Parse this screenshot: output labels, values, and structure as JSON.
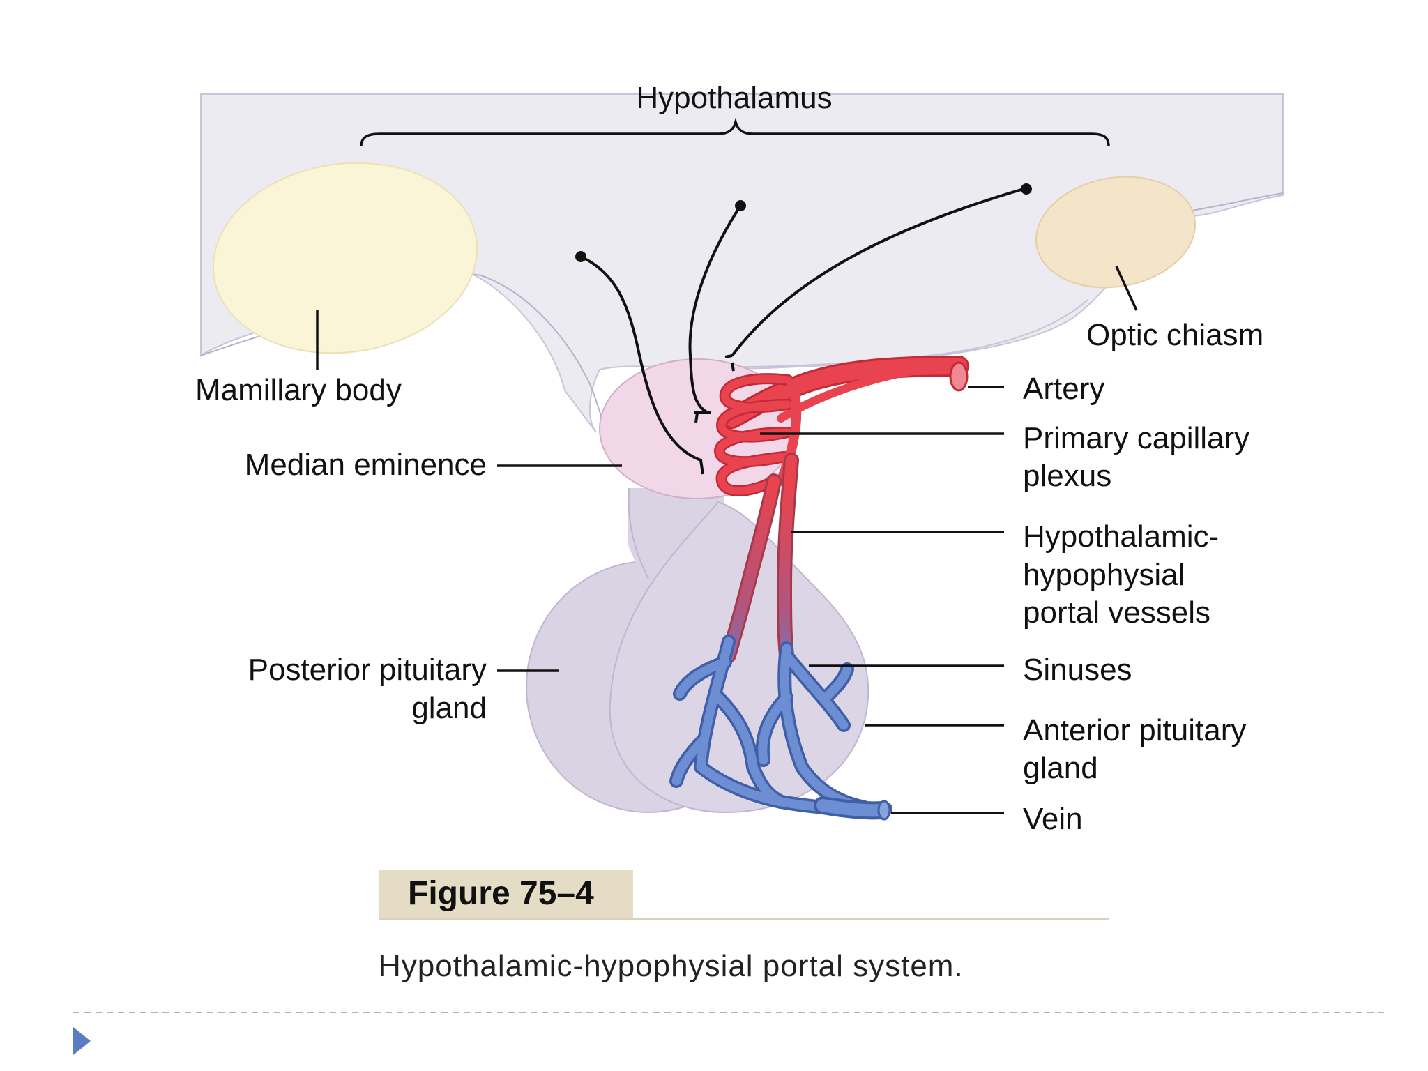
{
  "figure": {
    "title": "Hypothalamus",
    "labels": {
      "mamillary_body": "Mamillary body",
      "median_eminence": "Median eminence",
      "posterior_pituitary_1": "Posterior pituitary",
      "posterior_pituitary_2": "gland",
      "optic_chiasm": "Optic chiasm",
      "artery": "Artery",
      "primary_plexus_1": "Primary capillary",
      "primary_plexus_2": "plexus",
      "portal_vessels_1": "Hypothalamic-",
      "portal_vessels_2": "hypophysial",
      "portal_vessels_3": "portal vessels",
      "sinuses": "Sinuses",
      "anterior_pituitary_1": "Anterior pituitary",
      "anterior_pituitary_2": "gland",
      "vein": "Vein"
    },
    "figure_number": "Figure 75–4",
    "caption": "Hypothalamic-hypophysial portal system."
  },
  "colors": {
    "hypothalamus_fill": "#ecebf1",
    "body_fill": "#fbf5d8",
    "chiasm_fill": "#f4e4c8",
    "eminence_fill": "#f1d7e8",
    "pituitary_fill": "#d9d3e3",
    "artery_red": "#e8434f",
    "vein_blue": "#5f80c8",
    "figure_tab": "#e4dcc4"
  },
  "icons": {
    "bullet": "play-triangle-icon"
  }
}
